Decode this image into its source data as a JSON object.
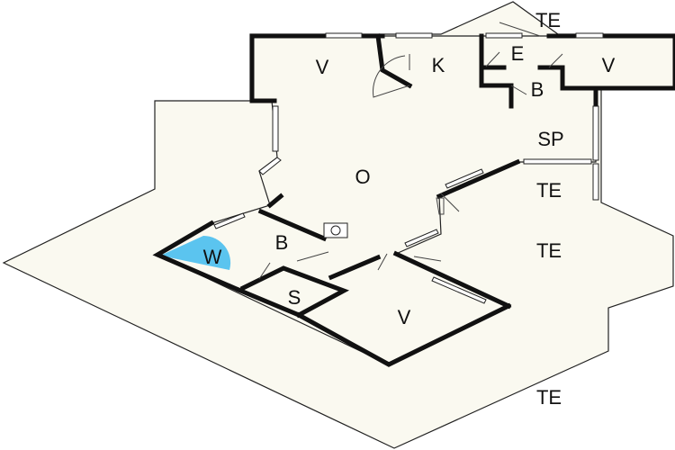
{
  "plan": {
    "colors": {
      "floor": "#faf9f0",
      "wall": "#111111",
      "bathroom_highlight": "#5bc4ef"
    },
    "rooms": [
      {
        "id": "v-top-left",
        "label": "V"
      },
      {
        "id": "k",
        "label": "K"
      },
      {
        "id": "e",
        "label": "E"
      },
      {
        "id": "v-top-right",
        "label": "V"
      },
      {
        "id": "b-top",
        "label": "B"
      },
      {
        "id": "te-top",
        "label": "TE"
      },
      {
        "id": "sp",
        "label": "SP"
      },
      {
        "id": "o",
        "label": "O"
      },
      {
        "id": "te-right-upper",
        "label": "TE"
      },
      {
        "id": "te-right",
        "label": "TE"
      },
      {
        "id": "w",
        "label": "W"
      },
      {
        "id": "b-left",
        "label": "B"
      },
      {
        "id": "s",
        "label": "S"
      },
      {
        "id": "v-bottom",
        "label": "V"
      },
      {
        "id": "te-bottom",
        "label": "TE"
      }
    ]
  }
}
